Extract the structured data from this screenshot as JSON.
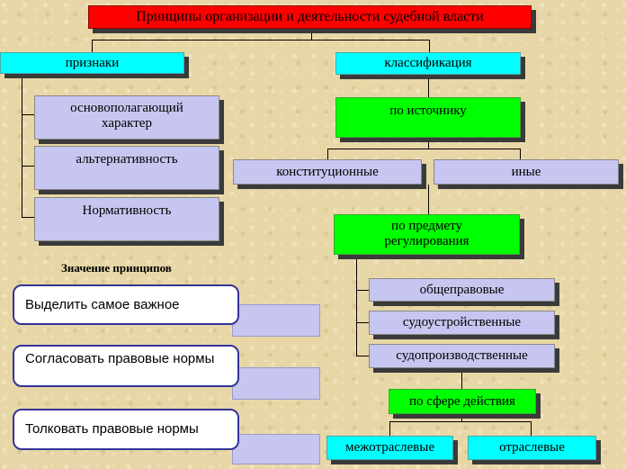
{
  "title": "Принципы организации и деятельности судебной власти",
  "left": {
    "header": "признаки",
    "items": [
      "основополагающий характер",
      "альтернативность",
      "Нормативность"
    ],
    "meaning_title": "Значение принципов",
    "meaning_items": [
      "Выделить самое важное",
      "Согласовать правовые нормы",
      "Толковать правовые нормы"
    ]
  },
  "right": {
    "header": "классификация",
    "by_source": "по источнику",
    "source_items": [
      "конституционные",
      "иные"
    ],
    "by_subject": "по предмету регулирования",
    "subject_items": [
      "общеправовые",
      "судоустройственные",
      "судопроизводственные"
    ],
    "by_scope": "по сфере действия",
    "scope_items": [
      "межотраслевые",
      "отраслевые"
    ]
  },
  "colors": {
    "title": "#ff0000",
    "cyan": "#00ffff",
    "lavender": "#c6c6f0",
    "green": "#00ff00"
  }
}
